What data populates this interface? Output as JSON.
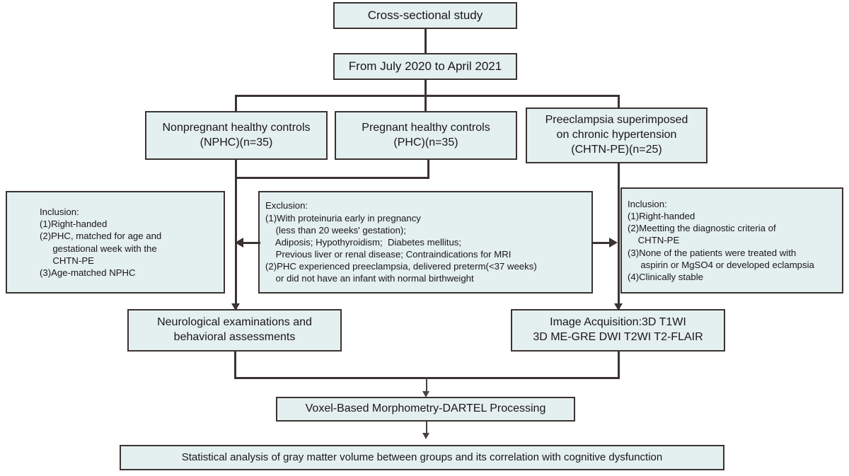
{
  "diagram": {
    "title": "Study flow diagram",
    "accent_fill": "#e4eff0",
    "border_color": "#3b3331",
    "background": "#ffffff"
  },
  "nodes": {
    "study_design": "Cross-sectional study",
    "period": "From July 2020 to April 2021",
    "group_nphc": "Nonpregnant healthy controls\n(NPHC)(n=35)",
    "group_phc": "Pregnant healthy controls\n(PHC)(n=35)",
    "group_chtnpe": "Preeclampsia superimposed\non chronic hypertension\n(CHTN-PE)(n=25)",
    "inclusion_left": "Inclusion:\n(1)Right-handed\n(2)PHC, matched for age and\n     gestational week with the\n     CHTN-PE\n(3)Age-matched NPHC",
    "exclusion_middle": "Exclusion:\n(1)With proteinuria early in pregnancy\n    (less than 20 weeks' gestation);\n    Adiposis; Hypothyroidism;  Diabetes mellitus;\n    Previous liver or renal disease; Contraindications for MRI\n(2)PHC experienced preeclampsia, delivered preterm(<37 weeks)\n    or did not have an infant with normal birthweight",
    "inclusion_right": "Inclusion:\n(1)Right-handed\n(2)Meetting the diagnostic criteria of\n    CHTN-PE\n(3)None of the patients were treated with\n     aspirin or MgSO4 or developed eclampsia\n(4)Clinically stable",
    "assessments": "Neurological examinations and\nbehavioral assessments",
    "image_acquisition": "Image Acquisition:3D T1WI\n3D ME-GRE  DWI  T2WI T2-FLAIR",
    "vbm": "Voxel-Based Morphometry-DARTEL Processing",
    "statistics": "Statistical analysis of gray matter volume between groups and its correlation with cognitive dysfunction"
  }
}
